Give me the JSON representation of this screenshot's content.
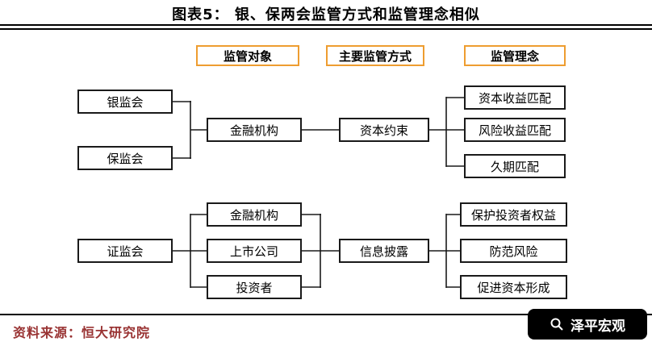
{
  "title": "图表5：  银、保两会监管方式和监管理念相似",
  "column_headers": {
    "objects": "监管对象",
    "methods": "主要监管方式",
    "concepts": "监管理念"
  },
  "top_flow": {
    "regulators": [
      "银监会",
      "保监会"
    ],
    "object": "金融机构",
    "method": "资本约束",
    "concepts": [
      "资本收益匹配",
      "风险收益匹配",
      "久期匹配"
    ]
  },
  "bottom_flow": {
    "regulator": "证监会",
    "objects": [
      "金融机构",
      "上市公司",
      "投资者"
    ],
    "method": "信息披露",
    "concepts": [
      "保护投资者权益",
      "防范风险",
      "促进资本形成"
    ]
  },
  "footer": {
    "source": "资料来源：恒大研究院",
    "badge": "泽平宏观"
  },
  "colors": {
    "header_border": "#ee9d30",
    "box_border": "#1a1a1a",
    "line_color": "#1a1a1a",
    "source_text": "#993333",
    "badge_bg": "#000000",
    "badge_text": "#ffffff"
  }
}
